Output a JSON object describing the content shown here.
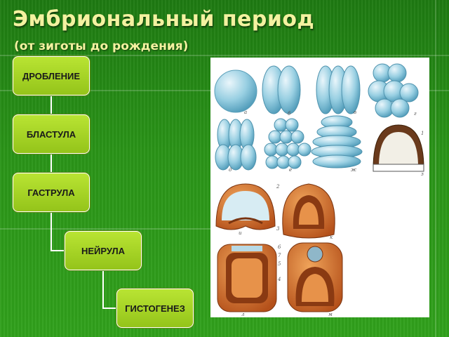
{
  "title": "Эмбриональный период",
  "subtitle": "(от зиготы до рождения)",
  "tree": {
    "nodes": [
      "ДРОБЛЕНИЕ",
      "БЛАСТУЛА",
      "ГАСТРУЛА",
      "НЕЙРУЛА",
      "ГИСТОГЕНЕЗ"
    ]
  },
  "figure": {
    "labels": {
      "a": "а",
      "b": "б",
      "v": "в",
      "g": "г",
      "d": "д",
      "e": "е",
      "zh": "ж",
      "z": "з",
      "i": "и",
      "k": "к",
      "l": "л",
      "m": "м",
      "n1": "1",
      "n2": "2",
      "n3": "3",
      "n4": "4",
      "n5": "5",
      "n6": "6",
      "n7": "7"
    }
  },
  "colors": {
    "background": "#2a9418",
    "title": "#f4f2a0",
    "node_fill": "#a6d325",
    "cell_blue": "#8fc9dc",
    "tissue_orange": "#c8641c"
  }
}
